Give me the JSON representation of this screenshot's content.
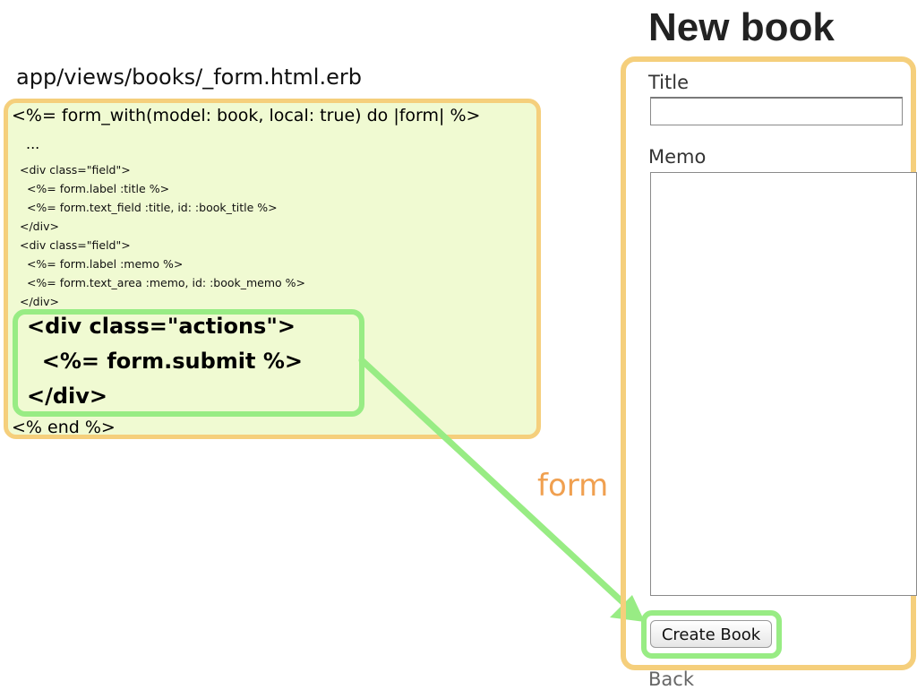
{
  "file_path": "app/views/books/_form.html.erb",
  "code": {
    "first_line": "<%= form_with(model: book, local: true) do |form| %>",
    "ellipsis": "...",
    "small_lines": [
      "<div class=\"field\">",
      "  <%= form.label :title %>",
      "  <%= form.text_field :title, id: :book_title %>",
      "</div>",
      "<div class=\"field\">",
      "  <%= form.label :memo %>",
      "  <%= form.text_area :memo, id: :book_memo %>",
      "</div>"
    ],
    "actions_lines": [
      "<div class=\"actions\">",
      "  <%= form.submit %>",
      "</div>"
    ],
    "last_line": "<% end %>"
  },
  "annotation": {
    "form_label": "form",
    "colors": {
      "form_label": "#f0a050",
      "highlight_box": "#f5cf7c",
      "arrow": "#98ec84"
    }
  },
  "page": {
    "title": "New book",
    "title_label": "Title",
    "title_value": "",
    "memo_label": "Memo",
    "memo_value": "",
    "submit_label": "Create Book",
    "back_label": "Back"
  }
}
